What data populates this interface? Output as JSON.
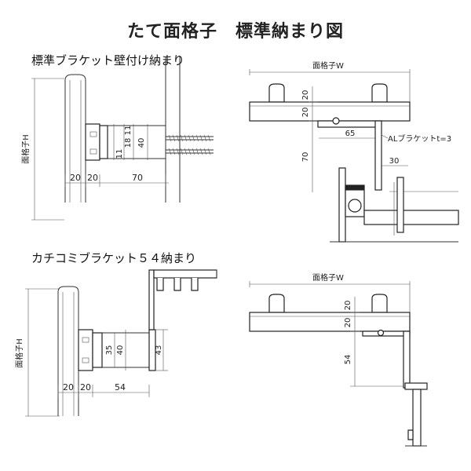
{
  "title": "たて面格子　標準納まり図",
  "sections": {
    "wall_mount": "標準ブラケット壁付け納まり",
    "clip_in": "カチコミブラケット５４納まり"
  },
  "labels": {
    "height_h": "面格子H",
    "width_w": "面格子W",
    "al_bracket": "ALブラケットt=3"
  },
  "dimensions": {
    "top_left": {
      "d20a": "20",
      "d20b": "20",
      "d70": "70",
      "d11a": "11",
      "d18": "18",
      "d11b": "11",
      "d40": "40"
    },
    "top_right": {
      "d20a": "20",
      "d20b": "20",
      "d65": "65",
      "d70": "70",
      "d30": "30"
    },
    "bottom_left": {
      "d20a": "20",
      "d20b": "20",
      "d54": "54",
      "d35": "35",
      "d40": "40",
      "d43": "43"
    },
    "bottom_right": {
      "d20a": "20",
      "d20b": "20",
      "d54": "54"
    }
  }
}
